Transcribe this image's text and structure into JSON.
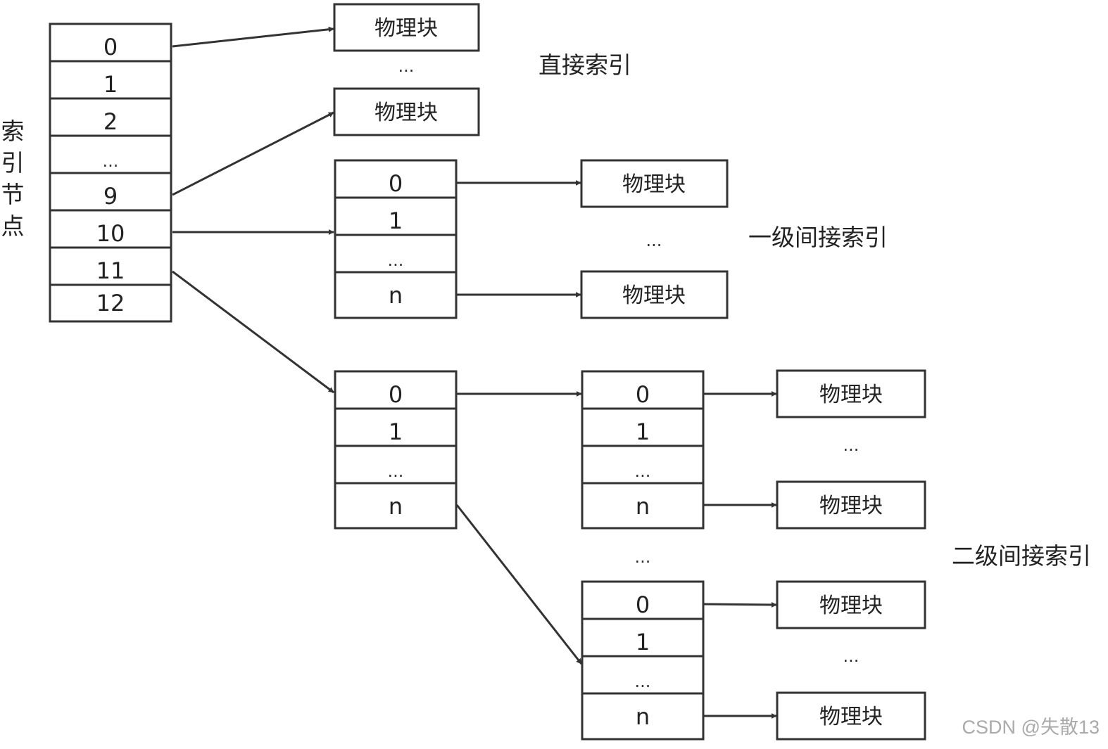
{
  "inode": {
    "label_chars": [
      "索",
      "引",
      "节",
      "点"
    ],
    "cells": [
      "0",
      "1",
      "2",
      "...",
      "9",
      "10",
      "11",
      "12"
    ]
  },
  "direct": {
    "blocks": [
      "物理块",
      "物理块"
    ],
    "dots": "...",
    "label": "直接索引"
  },
  "single_indirect": {
    "table": [
      "0",
      "1",
      "...",
      "n"
    ],
    "blocks": [
      "物理块",
      "物理块"
    ],
    "dots": "...",
    "label": "一级间接索引"
  },
  "double_indirect": {
    "level1_table": [
      "0",
      "1",
      "...",
      "n"
    ],
    "level2_table_a": [
      "0",
      "1",
      "...",
      "n"
    ],
    "level2_table_b": [
      "0",
      "1",
      "...",
      "n"
    ],
    "blocks_a": [
      "物理块",
      "物理块"
    ],
    "blocks_b": [
      "物理块",
      "物理块"
    ],
    "dots_tables": "...",
    "dots_blocks_a": "...",
    "dots_blocks_b": "...",
    "label": "二级间接索引"
  },
  "watermark": "CSDN @失散13",
  "colors": {
    "stroke": "#333333",
    "text": "#222222",
    "watermark": "#aaaaaa"
  }
}
